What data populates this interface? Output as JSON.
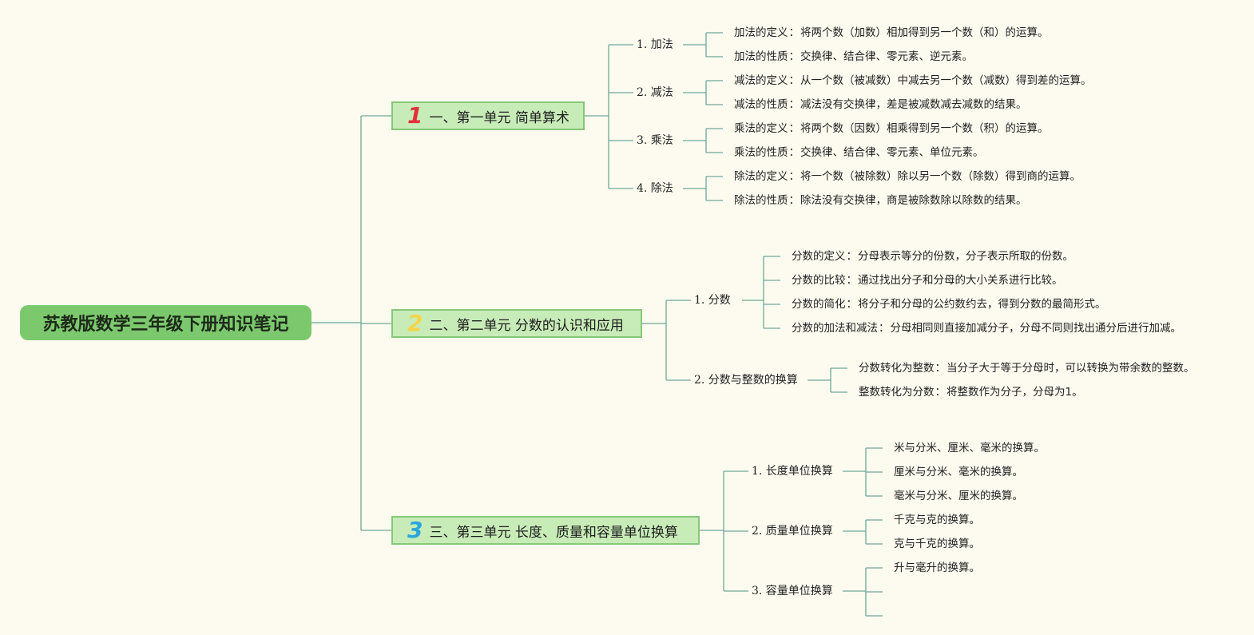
{
  "root": {
    "title": "苏教版数学三年级下册知识笔记"
  },
  "units": [
    {
      "num": "1",
      "num_color": "#e0323c",
      "title": "一、第一单元 简单算术",
      "subs": [
        {
          "label": "1. 加法",
          "leaves": [
            {
              "key": "加法的定义",
              "text": "将两个数（加数）相加得到另一个数（和）的运算。"
            },
            {
              "key": "加法的性质",
              "text": "交换律、结合律、零元素、逆元素。"
            }
          ]
        },
        {
          "label": "2. 减法",
          "leaves": [
            {
              "key": "减法的定义",
              "text": "从一个数（被减数）中减去另一个数（减数）得到差的运算。"
            },
            {
              "key": "减法的性质",
              "text": "减法没有交换律，差是被减数减去减数的结果。"
            }
          ]
        },
        {
          "label": "3. 乘法",
          "leaves": [
            {
              "key": "乘法的定义",
              "text": "将两个数（因数）相乘得到另一个数（积）的运算。"
            },
            {
              "key": "乘法的性质",
              "text": "交换律、结合律、零元素、单位元素。"
            }
          ]
        },
        {
          "label": "4. 除法",
          "leaves": [
            {
              "key": "除法的定义",
              "text": "将一个数（被除数）除以另一个数（除数）得到商的运算。"
            },
            {
              "key": "除法的性质",
              "text": "除法没有交换律，商是被除数除以除数的结果。"
            }
          ]
        }
      ]
    },
    {
      "num": "2",
      "num_color": "#f3d44a",
      "title": "二、第二单元 分数的认识和应用",
      "subs": [
        {
          "label": "1. 分数",
          "leaves": [
            {
              "key": "分数的定义",
              "text": "分母表示等分的份数，分子表示所取的份数。"
            },
            {
              "key": "分数的比较",
              "text": "通过找出分子和分母的大小关系进行比较。"
            },
            {
              "key": "分数的简化",
              "text": "将分子和分母的公约数约去，得到分数的最简形式。"
            },
            {
              "key": "分数的加法和减法",
              "text": "分母相同则直接加减分子，分母不同则找出通分后进行加减。"
            }
          ]
        },
        {
          "label": "2. 分数与整数的换算",
          "leaves": [
            {
              "key": "分数转化为整数",
              "text": "当分子大于等于分母时，可以转换为带余数的整数。"
            },
            {
              "key": "整数转化为分数",
              "text": "将整数作为分子，分母为1。"
            }
          ]
        }
      ]
    },
    {
      "num": "3",
      "num_color": "#2aa6dc",
      "title": "三、第三单元 长度、质量和容量单位换算",
      "subs": [
        {
          "label": "1. 长度单位换算",
          "leaves": [
            {
              "key": "",
              "text": "米与分米、厘米、毫米的换算。"
            },
            {
              "key": "",
              "text": "厘米与分米、毫米的换算。"
            },
            {
              "key": "",
              "text": "毫米与分米、厘米的换算。"
            }
          ]
        },
        {
          "label": "2. 质量单位换算",
          "leaves": [
            {
              "key": "",
              "text": "千克与克的换算。"
            },
            {
              "key": "",
              "text": "克与千克的换算。"
            }
          ]
        },
        {
          "label": "3. 容量单位换算",
          "leaves": [
            {
              "key": "",
              "text": "升与毫升的换算。"
            },
            {
              "key": "",
              "text": ""
            },
            {
              "key": "",
              "text": ""
            }
          ]
        }
      ]
    }
  ],
  "colors": {
    "line": "#6fa89a",
    "background": "#fdfbf0",
    "root": "#7cc96d",
    "unit_fill": "#c8ecb8",
    "unit_border": "#86c878"
  }
}
